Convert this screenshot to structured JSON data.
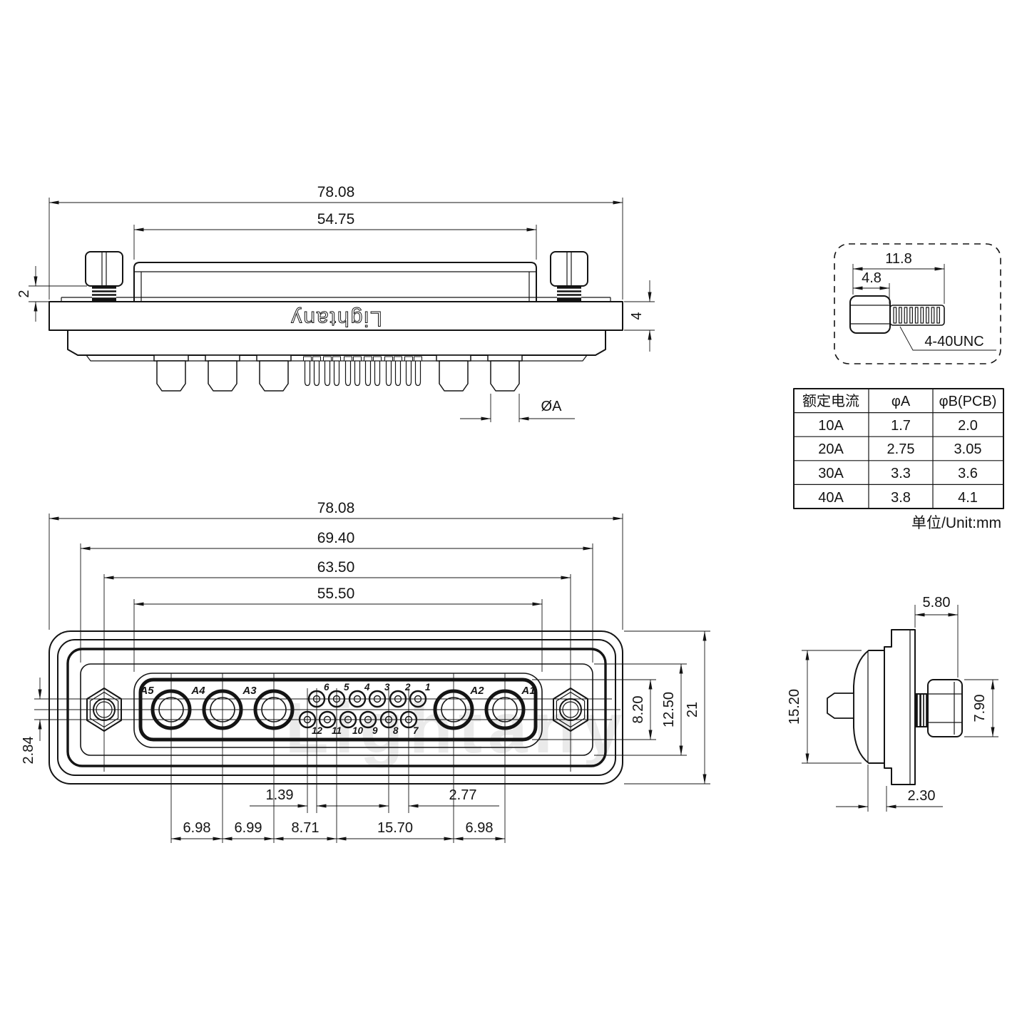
{
  "brand": "Lightany",
  "top_view": {
    "dim_overall_width": "78.08",
    "dim_hood_width": "54.75",
    "dim_thread_exposed": "2",
    "dim_flange_thickness": "4",
    "dim_pin_diameter": "ØA"
  },
  "screw_detail": {
    "dim_total_length": "11.8",
    "dim_head_length": "4.8",
    "thread_spec": "4-40UNC"
  },
  "spec_table": {
    "headers": {
      "current": "额定电流",
      "dia_a": "φA",
      "dia_b": "φB(PCB)"
    },
    "rows": [
      {
        "current": "10A",
        "dia_a": "1.7",
        "dia_b": "2.0"
      },
      {
        "current": "20A",
        "dia_a": "2.75",
        "dia_b": "3.05"
      },
      {
        "current": "30A",
        "dia_a": "3.3",
        "dia_b": "3.6"
      },
      {
        "current": "40A",
        "dia_a": "3.8",
        "dia_b": "4.1"
      }
    ],
    "unit_note": "单位/Unit:mm"
  },
  "front_view": {
    "dim_overall_width": "78.08",
    "dim_panel_width": "69.40",
    "dim_hole_span": "63.50",
    "dim_face_width": "55.50",
    "dim_face_height": "8.20",
    "dim_pocket_height": "12.50",
    "dim_flange_height": "21",
    "dim_row_offset": "2.84",
    "dim_row_stagger": "1.39",
    "dim_pin_pitch": "2.77",
    "dim_a5_a4": "6.98",
    "dim_a4_a3": "6.99",
    "dim_a3_p5": "8.71",
    "dim_p5_a2": "15.70",
    "dim_a2_a1": "6.98",
    "contacts": [
      "A5",
      "A4",
      "A3",
      "A2",
      "A1"
    ],
    "pins_top": [
      "6",
      "5",
      "4",
      "3",
      "2",
      "1"
    ],
    "pins_bottom": [
      "12",
      "11",
      "10",
      "9",
      "8",
      "7"
    ]
  },
  "side_view": {
    "dim_mount_depth": "5.80",
    "dim_shell_height": "15.20",
    "dim_screw_head_height": "7.90",
    "dim_lip_depth": "2.30"
  }
}
